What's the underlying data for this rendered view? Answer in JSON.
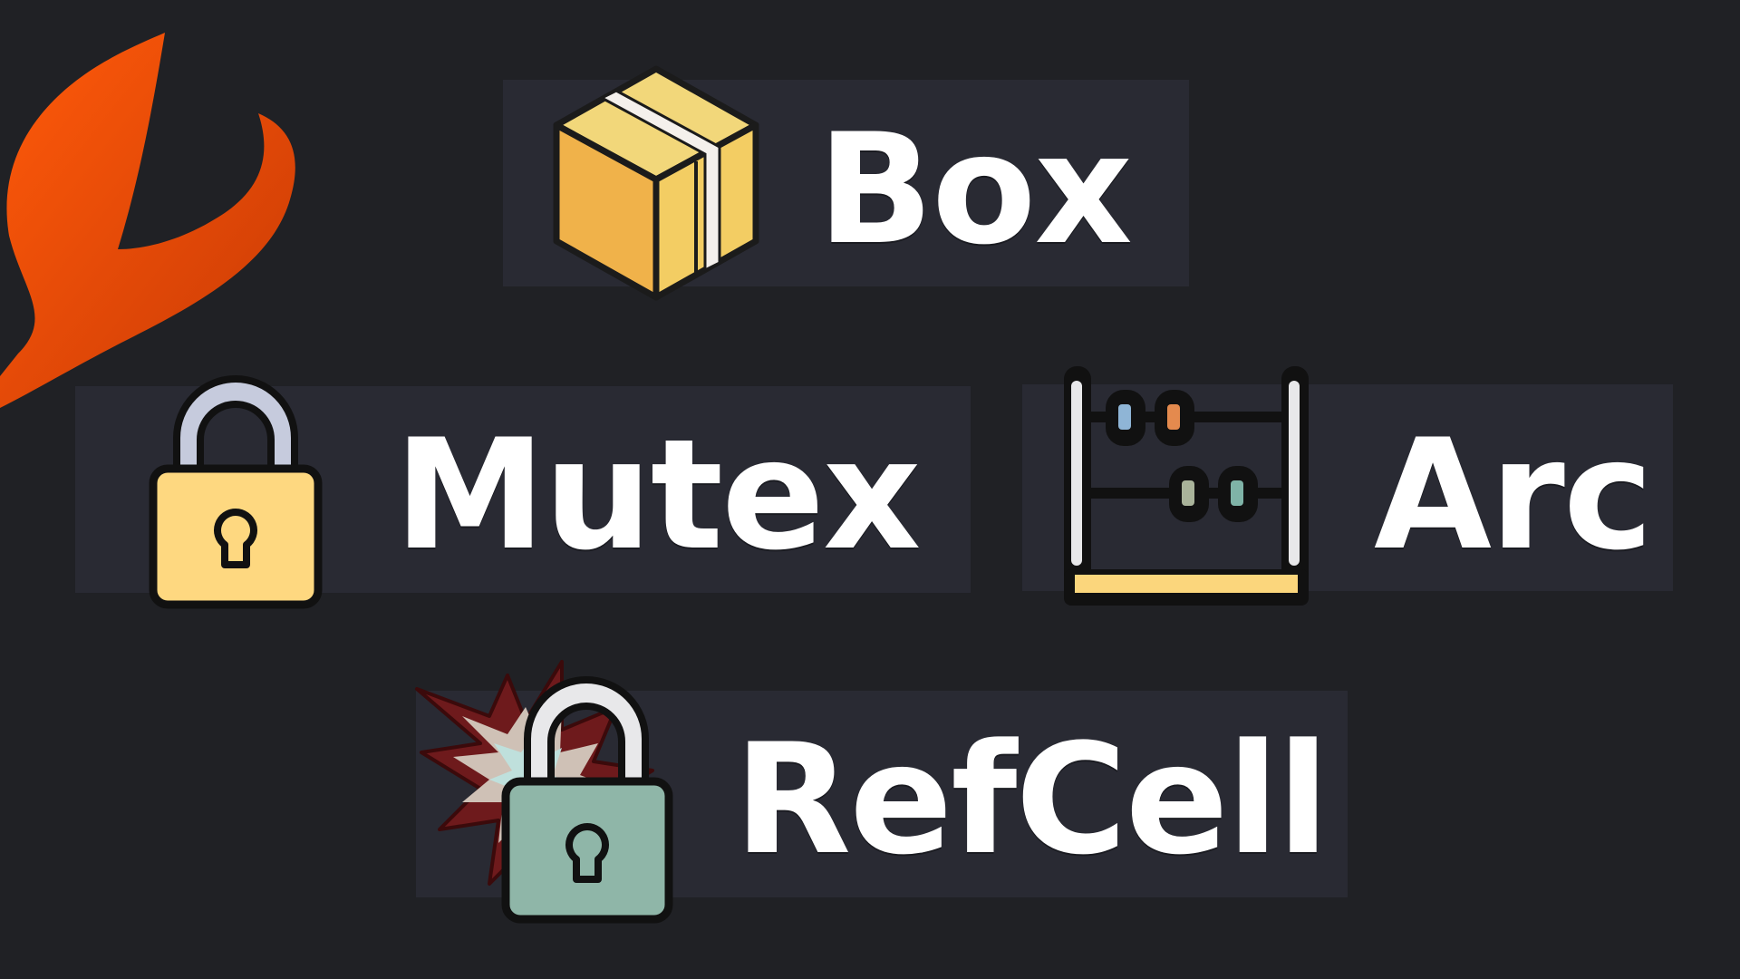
{
  "tiles": {
    "box": {
      "label": "Box",
      "icon": "cardboard-box-icon"
    },
    "mutex": {
      "label": "Mutex",
      "icon": "padlock-icon"
    },
    "arc": {
      "label": "Arc",
      "icon": "abacus-icon"
    },
    "refcell": {
      "label": "RefCell",
      "icon": "padlock-explosion-icon"
    }
  },
  "colors": {
    "background": "#202125",
    "card": "#292a33",
    "text": "#ffffff",
    "accent": "#f04a0a"
  }
}
